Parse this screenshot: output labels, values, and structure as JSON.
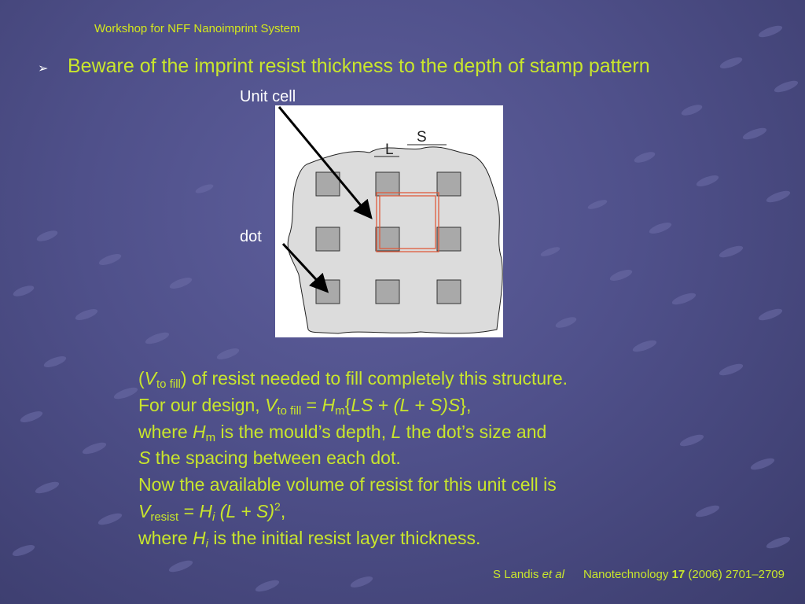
{
  "header": {
    "title": "Workshop for NFF Nanoimprint System"
  },
  "bullet": {
    "text": "Beware of the imprint resist thickness to the depth of stamp pattern"
  },
  "figure": {
    "label_unit_cell": "Unit cell",
    "label_dot": "dot",
    "label_S": "S",
    "label_L": "L",
    "grid": "3x3 dots",
    "colors": {
      "dot_fill": "#a9a9a9",
      "resist_fill": "#dcdcdc",
      "unit_cell": "#e05a3c"
    }
  },
  "body": {
    "l1_open": "(",
    "l1_V": "V",
    "l1_sub": "to fill",
    "l1_rest": ") of resist needed to fill completely this structure.",
    "l2_a": "For our design, ",
    "l2_V": "V",
    "l2_sub": "to fill",
    "l2_eq": " = ",
    "l2_H": "H",
    "l2_Hsub": "m",
    "l2_ob": "{",
    "l2_LS": "LS",
    "l2_plus": " + ",
    "l2_paren": "(L + S)S",
    "l2_end": "},",
    "l3_a": "where ",
    "l3_H": "H",
    "l3_Hsub": "m",
    "l3_b": " is the mould’s depth, ",
    "l3_L": "L",
    "l3_c": " the dot’s size and",
    "l4_S": "S",
    "l4_rest": " the spacing between each dot.",
    "l5": "Now the available volume of resist for this unit cell is",
    "l6_V": "V",
    "l6_sub": "resist",
    "l6_eq": " = ",
    "l6_H": "H",
    "l6_i": "i",
    "l6_paren": " (L + S)",
    "l6_sup": "2",
    "l6_end": ",",
    "l7_a": "where ",
    "l7_H": "H",
    "l7_i": "i",
    "l7_rest": " is the initial resist layer thickness."
  },
  "citation": {
    "author": "S Landis ",
    "etal": "et al",
    "journal": "Nanotechnology ",
    "volume": "17",
    "rest": " (2006) 2701–2709"
  },
  "colors": {
    "accent_text": "#c9e62c",
    "header_text": "#d4e81c",
    "background": "#4f508a"
  }
}
